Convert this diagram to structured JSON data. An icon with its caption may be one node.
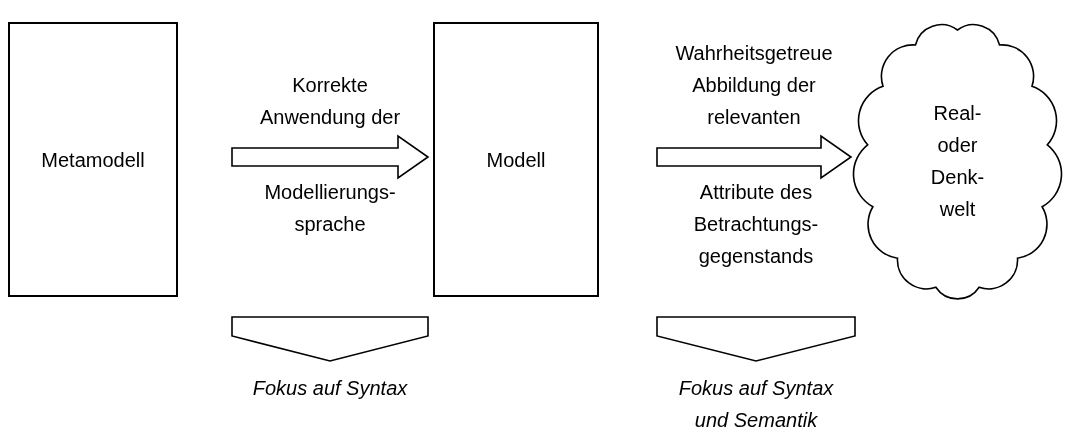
{
  "diagram": {
    "nodes": [
      {
        "text": [
          "Metamodell"
        ]
      },
      {
        "text": [
          "Modell"
        ]
      },
      {
        "text": [
          "Real- oder Denk- welt"
        ]
      }
    ],
    "edges": [
      {
        "from": 0,
        "to": 1,
        "arrow": "to",
        "label": "Korrekte Anwendung der"
      },
      {
        "from": 1,
        "to": 2,
        "arrow": "to",
        "label": "Wahrheitsgetreue Abbildung der relevanten"
      }
    ],
    "labels": [
      "Modellierungs- sprache",
      "Attribute des Betrachtungs- gegenstands",
      "Fokus auf Syntax",
      "Fokus auf Syntax und Semantik"
    ]
  }
}
